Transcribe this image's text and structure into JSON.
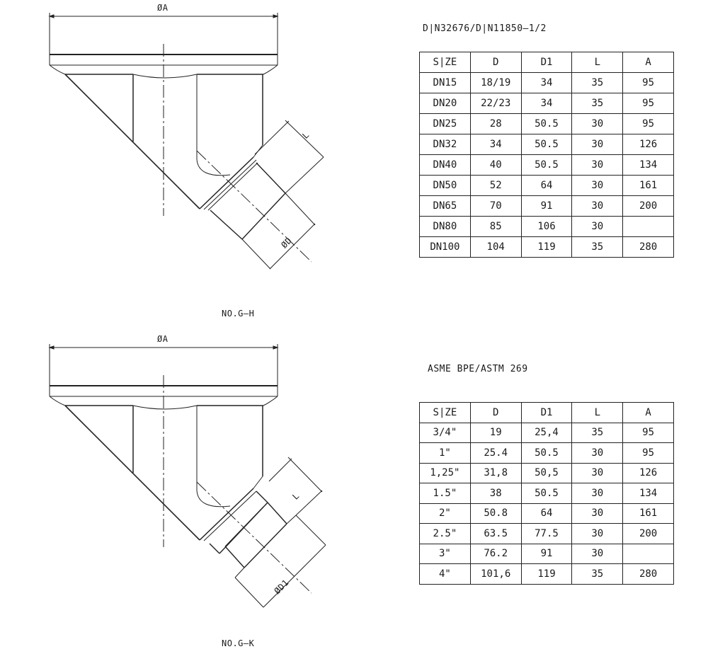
{
  "drawings": [
    {
      "caption": "NO.G—H",
      "dim_a": "ØA",
      "dim_l": "L",
      "dim_end": "ØD"
    },
    {
      "caption": "NO.G—K",
      "dim_a": "ØA",
      "dim_l": "L",
      "dim_end": "ØD1"
    }
  ],
  "tables": [
    {
      "title": "D|N32676/D|N11850—1/2",
      "headers": [
        "S|ZE",
        "D",
        "D1",
        "L",
        "A"
      ],
      "rows": [
        [
          "DN15",
          "18/19",
          "34",
          "35",
          "95"
        ],
        [
          "DN20",
          "22/23",
          "34",
          "35",
          "95"
        ],
        [
          "DN25",
          "28",
          "50.5",
          "30",
          "95"
        ],
        [
          "DN32",
          "34",
          "50.5",
          "30",
          "126"
        ],
        [
          "DN40",
          "40",
          "50.5",
          "30",
          "134"
        ],
        [
          "DN50",
          "52",
          "64",
          "30",
          "161"
        ],
        [
          "DN65",
          "70",
          "91",
          "30",
          "200"
        ],
        [
          "DN80",
          "85",
          "106",
          "30",
          ""
        ],
        [
          "DN100",
          "104",
          "119",
          "35",
          "280"
        ]
      ]
    },
    {
      "title": "ASME BPE/ASTM 269",
      "headers": [
        "S|ZE",
        "D",
        "D1",
        "L",
        "A"
      ],
      "rows": [
        [
          "3/4\"",
          "19",
          "25,4",
          "35",
          "95"
        ],
        [
          "1\"",
          "25.4",
          "50.5",
          "30",
          "95"
        ],
        [
          "1,25\"",
          "31,8",
          "50,5",
          "30",
          "126"
        ],
        [
          "1.5\"",
          "38",
          "50.5",
          "30",
          "134"
        ],
        [
          "2\"",
          "50.8",
          "64",
          "30",
          "161"
        ],
        [
          "2.5\"",
          "63.5",
          "77.5",
          "30",
          "200"
        ],
        [
          "3\"",
          "76.2",
          "91",
          "30",
          ""
        ],
        [
          "4\"",
          "101,6",
          "119",
          "35",
          "280"
        ]
      ]
    }
  ]
}
